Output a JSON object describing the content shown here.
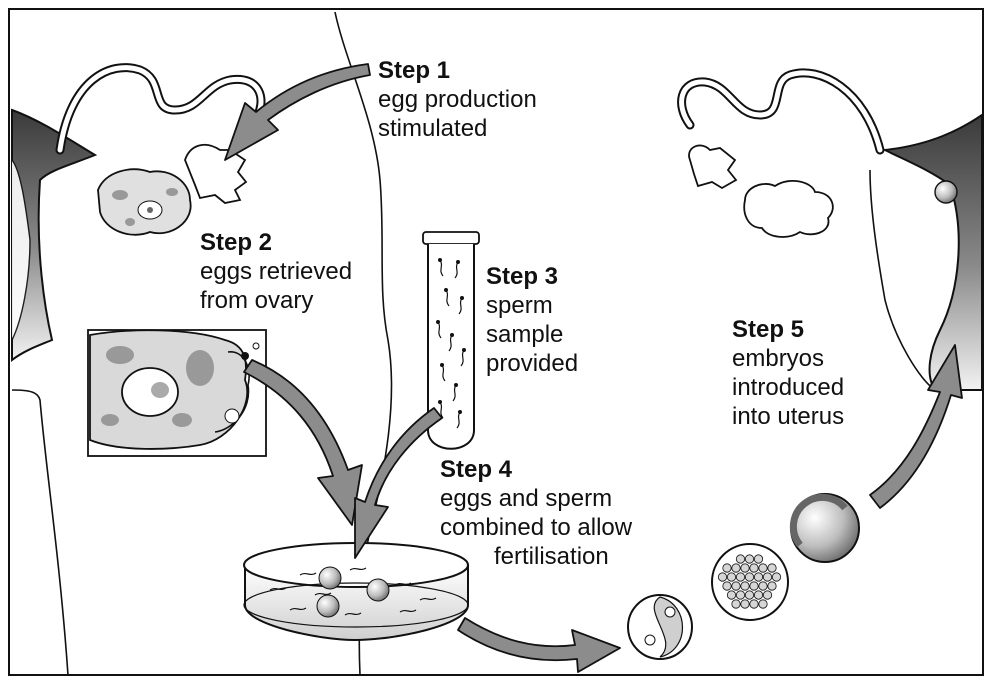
{
  "steps": [
    {
      "title": "Step 1",
      "lines": [
        "egg production",
        "stimulated"
      ]
    },
    {
      "title": "Step 2",
      "lines": [
        "eggs retrieved",
        "from ovary"
      ]
    },
    {
      "title": "Step 3",
      "lines": [
        "sperm",
        "sample",
        "provided"
      ]
    },
    {
      "title": "Step 4",
      "lines": [
        "eggs and sperm",
        "combined to allow",
        "fertilisation"
      ]
    },
    {
      "title": "Step 5",
      "lines": [
        "embryos",
        "introduced",
        "into uterus"
      ]
    }
  ],
  "colors": {
    "ink": "#111111",
    "arrow": "#8c8c8c",
    "tissue": "#d9d9d9",
    "shade": "#555555"
  }
}
